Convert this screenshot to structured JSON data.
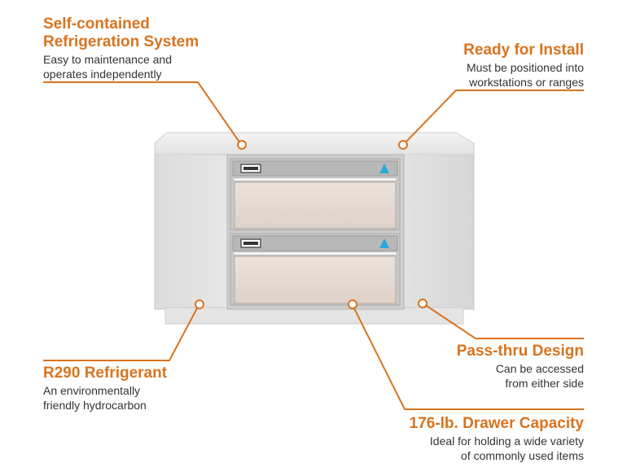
{
  "accent_color": "#d9731e",
  "product": {
    "name": "refrigerated-drawer-base-unit",
    "drawer_count": 2,
    "logo_icon": "triangle-logo-icon"
  },
  "callouts": [
    {
      "id": "self-contained",
      "title_lines": [
        "Self-contained",
        "Refrigeration System"
      ],
      "desc_lines": [
        "Easy to maintenance and",
        "operates independently"
      ]
    },
    {
      "id": "ready-install",
      "title_lines": [
        "Ready for Install"
      ],
      "desc_lines": [
        "Must be positioned into",
        "workstations or ranges"
      ]
    },
    {
      "id": "r290",
      "title_lines": [
        "R290 Refrigerant"
      ],
      "desc_lines": [
        "An environmentally",
        "friendly hydrocarbon"
      ]
    },
    {
      "id": "pass-thru",
      "title_lines": [
        "Pass-thru Design"
      ],
      "desc_lines": [
        "Can be accessed",
        "from either side"
      ]
    },
    {
      "id": "drawer-capacity",
      "title_lines": [
        "176-lb. Drawer Capacity"
      ],
      "desc_lines": [
        "Ideal for holding a wide variety",
        "of commonly used items"
      ]
    }
  ]
}
